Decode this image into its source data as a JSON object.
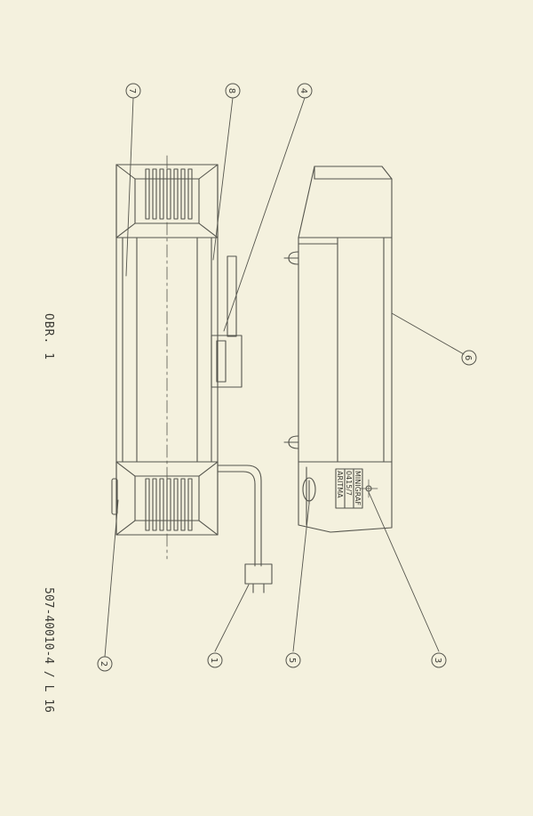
{
  "figure_label": "OBR. 1",
  "document_code": "507-40010-4 / L 16",
  "nameplate": [
    "MINIGRAF",
    "0415/7",
    "ARITMA"
  ],
  "callouts": [
    "1",
    "2",
    "3",
    "4",
    "5",
    "6",
    "7",
    "8"
  ],
  "colors": {
    "paper": "#f4f1de",
    "ink": "#55554d"
  }
}
